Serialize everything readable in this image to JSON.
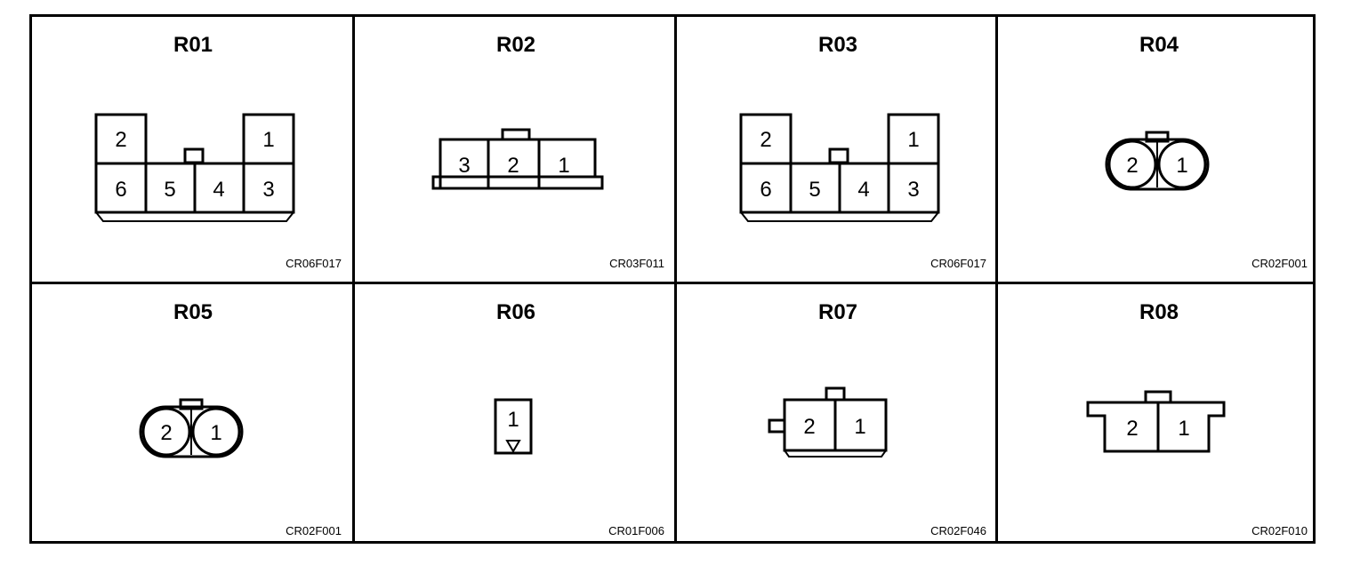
{
  "connectors": [
    {
      "id": "R01",
      "code": "CR06F017",
      "pins": [
        "2",
        "1",
        "6",
        "5",
        "4",
        "3"
      ]
    },
    {
      "id": "R02",
      "code": "CR03F011",
      "pins": [
        "3",
        "2",
        "1"
      ]
    },
    {
      "id": "R03",
      "code": "CR06F017",
      "pins": [
        "2",
        "1",
        "6",
        "5",
        "4",
        "3"
      ]
    },
    {
      "id": "R04",
      "code": "CR02F001",
      "pins": [
        "2",
        "1"
      ]
    },
    {
      "id": "R05",
      "code": "CR02F001",
      "pins": [
        "2",
        "1"
      ]
    },
    {
      "id": "R06",
      "code": "CR01F006",
      "pins": [
        "1"
      ]
    },
    {
      "id": "R07",
      "code": "CR02F046",
      "pins": [
        "2",
        "1"
      ]
    },
    {
      "id": "R08",
      "code": "CR02F010",
      "pins": [
        "2",
        "1"
      ]
    }
  ]
}
